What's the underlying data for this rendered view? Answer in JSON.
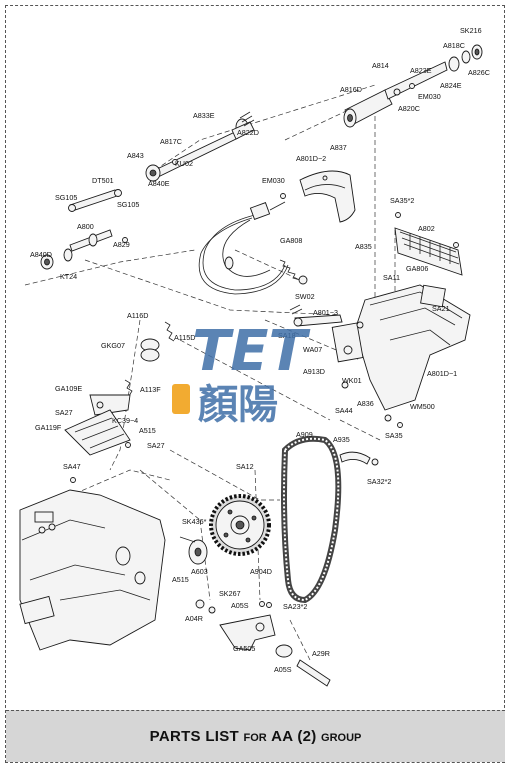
{
  "footer": {
    "title_parts": {
      "a": "PARTS LIST",
      "b": "FOR",
      "c": "AA (2)",
      "d": "GROUP"
    }
  },
  "watermark": {
    "latin": "TET",
    "chinese": "顏陽",
    "color": "#3f6fa8",
    "accent": "#f1a21b"
  },
  "labels": {
    "SK216": "SK216",
    "A818C": "A818C",
    "A826C": "A826C",
    "A814": "A814",
    "A823E": "A823E",
    "A824E": "A824E",
    "A816D": "A816D",
    "EM030_top": "EM030",
    "A820C": "A820C",
    "A833E": "A833E",
    "A822D": "A822D",
    "A837": "A837",
    "A817C": "A817C",
    "A801D2": "A801D−2",
    "A843": "A843",
    "KU02": "KU02",
    "DT501": "DT501",
    "A840E": "A840E",
    "EM030_mid": "EM030",
    "SG105_l": "SG105",
    "SG105_r": "SG105",
    "SA35x2_top": "SA35*2",
    "A802": "A802",
    "A800": "A800",
    "A829": "A829",
    "GA808": "GA808",
    "A835": "A835",
    "A840D": "A840D",
    "GA806": "GA806",
    "KT24": "KT24",
    "SA11": "SA11",
    "SW02": "SW02",
    "SA21": "SA21",
    "A801_3": "A801−3",
    "A116D": "A116D",
    "A115D": "A115D",
    "SA18": "SA18",
    "GKG07": "GKG07",
    "WA07": "WA07",
    "A801D1": "A801D−1",
    "A913D": "A913D",
    "GA109E": "GA109E",
    "A113F": "A113F",
    "WK01": "WK01",
    "SA27_l": "SA27",
    "SA44": "SA44",
    "A836": "A836",
    "WM500": "WM500",
    "KC39_4": "KC39−4",
    "A515_top": "A515",
    "GA119F": "GA119F",
    "SA27_r": "SA27",
    "A909": "A909",
    "A935": "A935",
    "SA35_bot": "SA35",
    "SA47": "SA47",
    "SA32x2": "SA32*2",
    "SA12": "SA12",
    "SK436": "SK436*",
    "A603": "A603",
    "A904D": "A904D",
    "A515_bot": "A515",
    "SK267": "SK267",
    "A05S_top": "A05S",
    "SA23x2": "SA23*2",
    "A04R": "A04R",
    "GA505": "GA505",
    "A29R": "A29R",
    "A05S_bot": "A05S"
  }
}
